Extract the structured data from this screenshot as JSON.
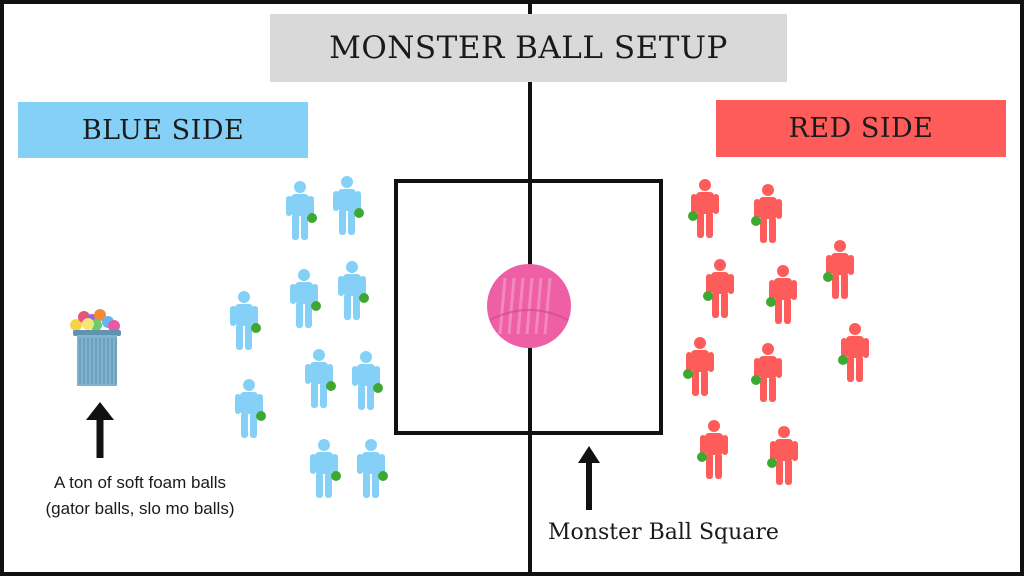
{
  "title": "MONSTER BALL SETUP",
  "blue_side": {
    "label": "BLUE SIDE",
    "color": "#85d0f7"
  },
  "red_side": {
    "label": "RED SIDE",
    "color": "#fe5c5b"
  },
  "title_box_color": "#d9d9d9",
  "monster_ball_color": "#ee5fa5",
  "foam_ball_color": "#3ea831",
  "trash_can_color": "#7fb3cf",
  "captions": {
    "foam_balls_line1": "A ton of soft foam balls",
    "foam_balls_line2": "(gator balls, slo mo balls)",
    "monster_ball_square": "Monster Ball Square"
  },
  "icons": [
    "blue-player-icon",
    "red-player-icon",
    "foam-ball-icon",
    "trash-can-icon",
    "monster-ball-icon",
    "arrow-up-icon"
  ]
}
